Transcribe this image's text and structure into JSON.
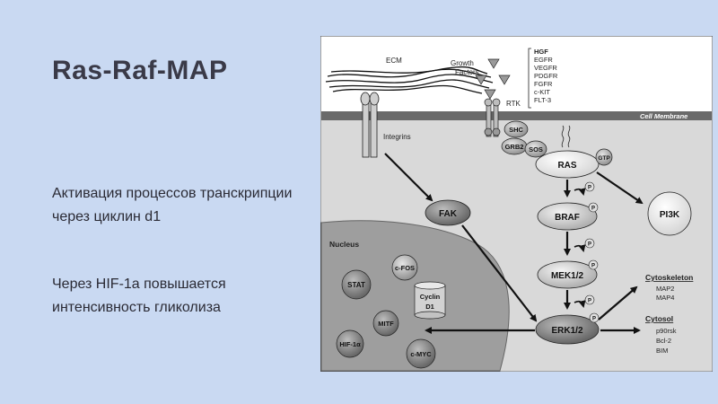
{
  "slide": {
    "title": "Ras-Raf-MAP",
    "paragraphs": [
      "Активация процессов транскрипции через циклин d1",
      "Через HIF-1a повышается интенсивность гликолиза"
    ]
  },
  "diagram": {
    "ecm": "ECM",
    "integrins": "Integrins",
    "growth_factors": [
      "Growth",
      "Factors"
    ],
    "rtk": "RTK",
    "receptors": [
      "HGF",
      "EGFR",
      "VEGFR",
      "PDGFR",
      "FGFR",
      "c-KIT",
      "FLT-3"
    ],
    "cell_membrane": "Cell Membrane",
    "shc": "SHC",
    "grb2": "GRB2",
    "sos": "SOS",
    "ras": "RAS",
    "gtp": "GTP",
    "fak": "FAK",
    "braf": "BRAF",
    "mek": "MEK1/2",
    "erk": "ERK1/2",
    "pi3k": "PI3K",
    "phospho": "P",
    "nucleus": "Nucleus",
    "stat": "STAT",
    "cfos": "c-FOS",
    "cyclin": [
      "Cyclin",
      "D1"
    ],
    "mitf": "MITF",
    "hif": "HIF-1α",
    "cmyc": "c-MYC",
    "cytoskeleton": {
      "title": "Cytoskeleton",
      "items": [
        "MAP2",
        "MAP4"
      ]
    },
    "cytosol": {
      "title": "Cytosol",
      "items": [
        "p90rsk",
        "Bcl-2",
        "BIM"
      ]
    }
  }
}
